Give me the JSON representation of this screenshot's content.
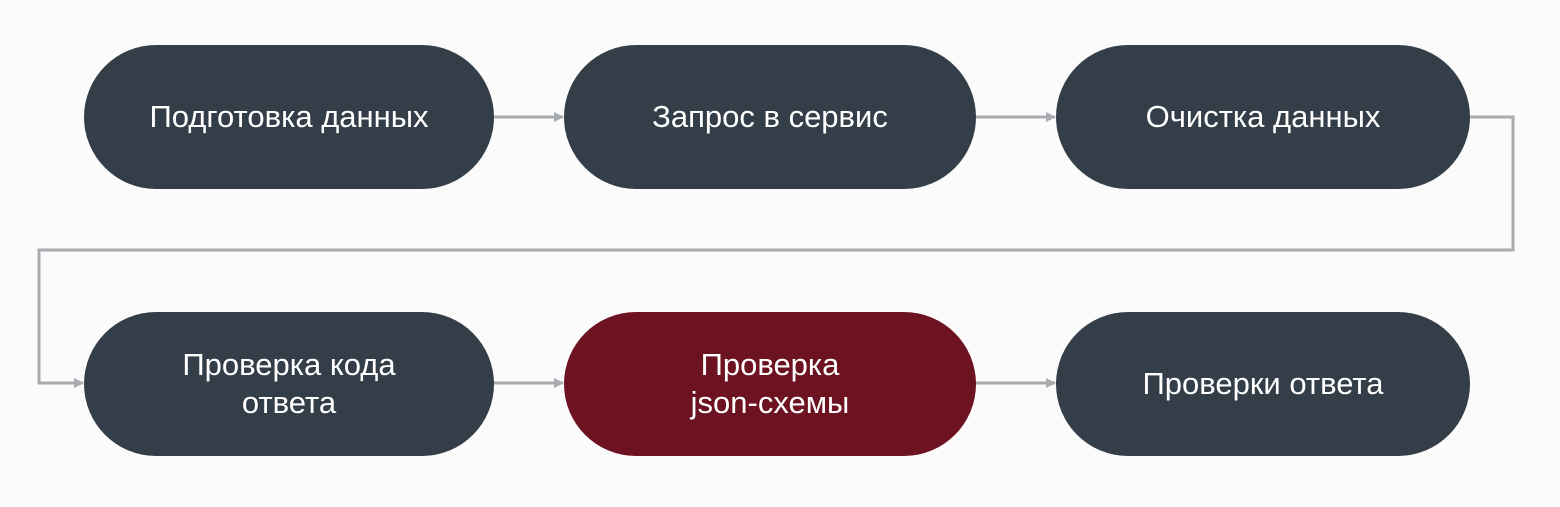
{
  "colors": {
    "node": "#333e48",
    "highlight": "#6d1220",
    "connector": "#a8abb0",
    "background": "#fbfbfb"
  },
  "steps": [
    {
      "label": "Подготовка данных"
    },
    {
      "label": "Запрос в сервис"
    },
    {
      "label": "Очистка данных"
    },
    {
      "label": "Проверка кода ответа"
    },
    {
      "label": "Проверка json-схемы",
      "highlighted": true
    },
    {
      "label": "Проверки ответа"
    }
  ]
}
